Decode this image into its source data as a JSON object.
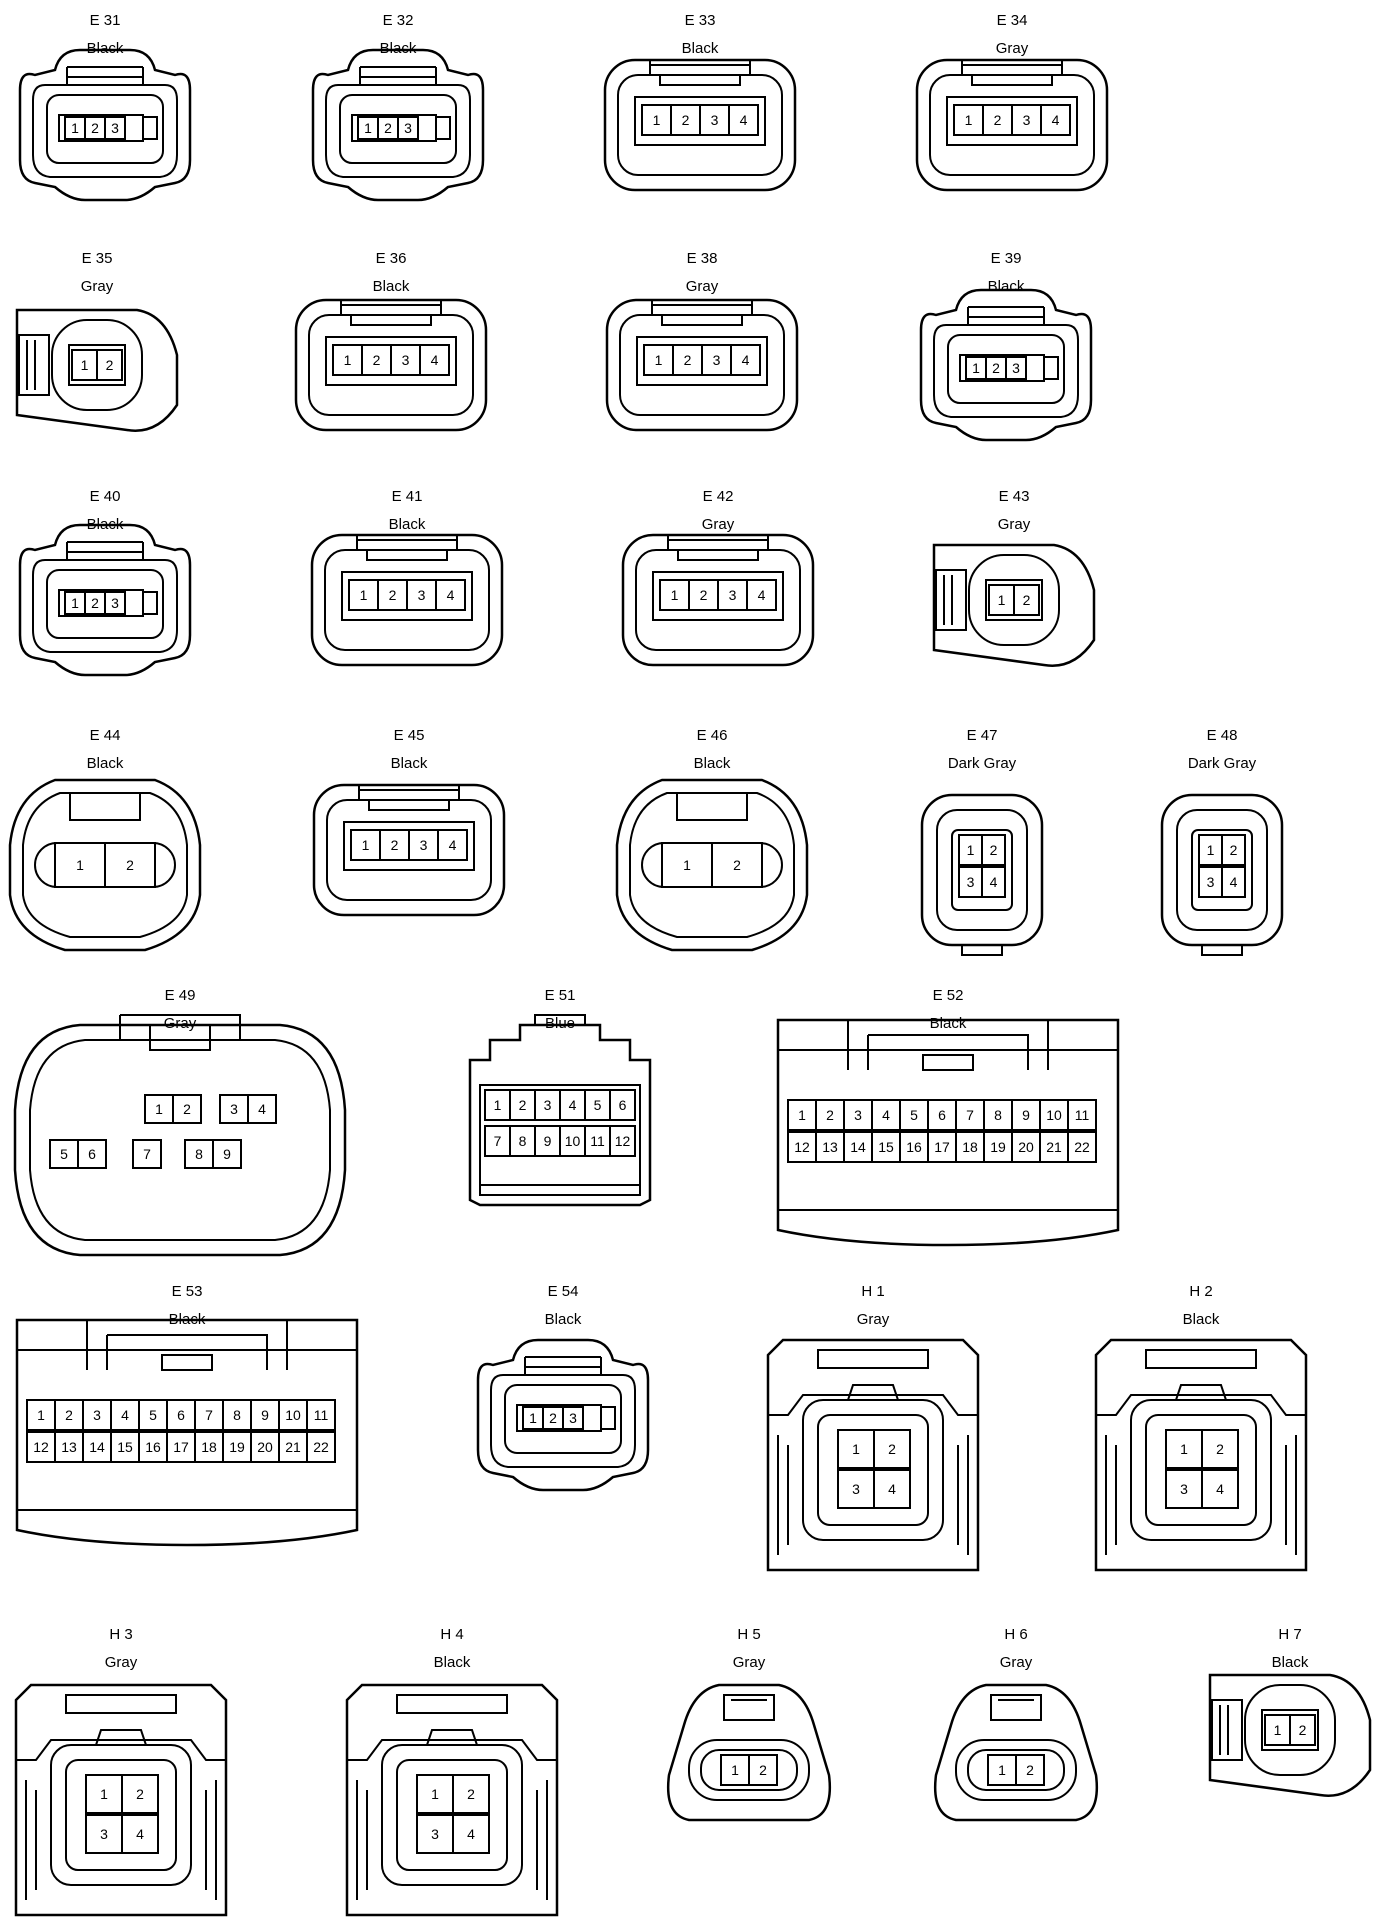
{
  "connectors": [
    {
      "code": "E 31",
      "color": "Black",
      "style": "oval3",
      "pins": [
        [
          "1",
          "2",
          "3"
        ]
      ]
    },
    {
      "code": "E 32",
      "color": "Black",
      "style": "oval3",
      "pins": [
        [
          "1",
          "2",
          "3"
        ]
      ]
    },
    {
      "code": "E 33",
      "color": "Black",
      "style": "rect4",
      "pins": [
        [
          "1",
          "2",
          "3",
          "4"
        ]
      ]
    },
    {
      "code": "E 34",
      "color": "Gray",
      "style": "rect4",
      "pins": [
        [
          "1",
          "2",
          "3",
          "4"
        ]
      ]
    },
    {
      "code": "E 35",
      "color": "Gray",
      "style": "side2",
      "pins": [
        [
          "1",
          "2"
        ]
      ]
    },
    {
      "code": "E 36",
      "color": "Black",
      "style": "rect4",
      "pins": [
        [
          "1",
          "2",
          "3",
          "4"
        ]
      ]
    },
    {
      "code": "E 38",
      "color": "Gray",
      "style": "rect4",
      "pins": [
        [
          "1",
          "2",
          "3",
          "4"
        ]
      ]
    },
    {
      "code": "E 39",
      "color": "Black",
      "style": "oval3",
      "pins": [
        [
          "1",
          "2",
          "3"
        ]
      ]
    },
    {
      "code": "E 40",
      "color": "Black",
      "style": "oval3",
      "pins": [
        [
          "1",
          "2",
          "3"
        ]
      ]
    },
    {
      "code": "E 41",
      "color": "Black",
      "style": "rect4",
      "pins": [
        [
          "1",
          "2",
          "3",
          "4"
        ]
      ]
    },
    {
      "code": "E 42",
      "color": "Gray",
      "style": "rect4",
      "pins": [
        [
          "1",
          "2",
          "3",
          "4"
        ]
      ]
    },
    {
      "code": "E 43",
      "color": "Gray",
      "style": "side2",
      "pins": [
        [
          "1",
          "2"
        ]
      ]
    },
    {
      "code": "E 44",
      "color": "Black",
      "style": "round2",
      "pins": [
        [
          "1",
          "2"
        ]
      ]
    },
    {
      "code": "E 45",
      "color": "Black",
      "style": "rect4",
      "pins": [
        [
          "1",
          "2",
          "3",
          "4"
        ]
      ]
    },
    {
      "code": "E 46",
      "color": "Black",
      "style": "round2",
      "pins": [
        [
          "1",
          "2"
        ]
      ]
    },
    {
      "code": "E 47",
      "color": "Dark Gray",
      "style": "small4",
      "pins": [
        [
          "1",
          "2"
        ],
        [
          "3",
          "4"
        ]
      ]
    },
    {
      "code": "E 48",
      "color": "Dark Gray",
      "style": "small4",
      "pins": [
        [
          "1",
          "2"
        ],
        [
          "3",
          "4"
        ]
      ]
    },
    {
      "code": "E 49",
      "color": "Gray",
      "style": "e49",
      "pins": [
        [
          "1",
          "2",
          "3",
          "4"
        ],
        [
          "5",
          "6",
          "7",
          "8",
          "9"
        ]
      ]
    },
    {
      "code": "E 51",
      "color": "Blue",
      "style": "e51",
      "pins": [
        [
          "1",
          "2",
          "3",
          "4",
          "5",
          "6"
        ],
        [
          "7",
          "8",
          "9",
          "10",
          "11",
          "12"
        ]
      ]
    },
    {
      "code": "E 52",
      "color": "Black",
      "style": "wide22",
      "pins": [
        [
          "1",
          "2",
          "3",
          "4",
          "5",
          "6",
          "7",
          "8",
          "9",
          "10",
          "11"
        ],
        [
          "12",
          "13",
          "14",
          "15",
          "16",
          "17",
          "18",
          "19",
          "20",
          "21",
          "22"
        ]
      ]
    },
    {
      "code": "E 53",
      "color": "Black",
      "style": "wide22",
      "pins": [
        [
          "1",
          "2",
          "3",
          "4",
          "5",
          "6",
          "7",
          "8",
          "9",
          "10",
          "11"
        ],
        [
          "12",
          "13",
          "14",
          "15",
          "16",
          "17",
          "18",
          "19",
          "20",
          "21",
          "22"
        ]
      ]
    },
    {
      "code": "E 54",
      "color": "Black",
      "style": "oval3",
      "pins": [
        [
          "1",
          "2",
          "3"
        ]
      ]
    },
    {
      "code": "H 1",
      "color": "Gray",
      "style": "big4",
      "pins": [
        [
          "1",
          "2"
        ],
        [
          "3",
          "4"
        ]
      ]
    },
    {
      "code": "H 2",
      "color": "Black",
      "style": "big4",
      "pins": [
        [
          "1",
          "2"
        ],
        [
          "3",
          "4"
        ]
      ]
    },
    {
      "code": "H 3",
      "color": "Gray",
      "style": "big4",
      "pins": [
        [
          "1",
          "2"
        ],
        [
          "3",
          "4"
        ]
      ]
    },
    {
      "code": "H 4",
      "color": "Black",
      "style": "big4",
      "pins": [
        [
          "1",
          "2"
        ],
        [
          "3",
          "4"
        ]
      ]
    },
    {
      "code": "H 5",
      "color": "Gray",
      "style": "tri2",
      "pins": [
        [
          "1",
          "2"
        ]
      ]
    },
    {
      "code": "H 6",
      "color": "Gray",
      "style": "tri2",
      "pins": [
        [
          "1",
          "2"
        ]
      ]
    },
    {
      "code": "H 7",
      "color": "Black",
      "style": "side2",
      "pins": [
        [
          "1",
          "2"
        ]
      ]
    }
  ]
}
